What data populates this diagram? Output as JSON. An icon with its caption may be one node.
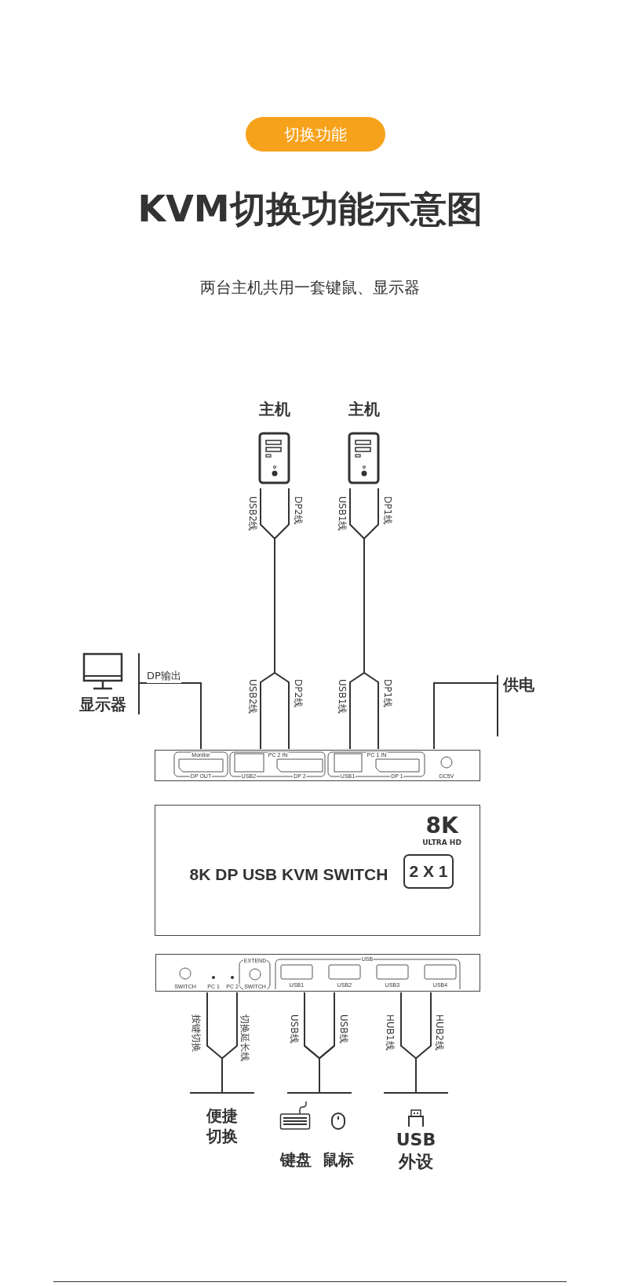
{
  "diagram": {
    "title": "KVM切换功能示意图",
    "nodes": [
      {
        "text": [
          "主机"
        ]
      },
      {
        "text": [
          "主机"
        ]
      },
      {
        "text": [
          "显示器"
        ]
      },
      {
        "text": [
          "供电"
        ]
      },
      {
        "text": [
          "Monitor",
          "DP OUT",
          "PC 2 IN",
          "USB2",
          "DP 2",
          "PC 1 IN",
          "USB1",
          "DP 1",
          "DC5V"
        ]
      },
      {
        "text": [
          "8K",
          "ULTRA HD",
          "8K DP USB KVM SWITCH",
          "2 X 1"
        ]
      },
      {
        "text": [
          "SWITCH",
          "PC 1",
          "PC 2",
          "EXTEND",
          "SWITCH",
          "USB",
          "USB1",
          "USB2",
          "USB3",
          "USB4"
        ]
      },
      {
        "text": [
          "便捷切换"
        ]
      },
      {
        "text": [
          "键盘"
        ]
      },
      {
        "text": [
          "鼠标"
        ]
      },
      {
        "text": [
          "USB外设"
        ]
      }
    ],
    "edges": [
      {
        "from": 0,
        "to": 4,
        "arrow": "none"
      },
      {
        "from": 1,
        "to": 4,
        "arrow": "none"
      },
      {
        "from": 2,
        "to": 4,
        "arrow": "none",
        "label": "DP输出"
      },
      {
        "from": 3,
        "to": 4,
        "arrow": "none"
      },
      {
        "from": 6,
        "to": 7,
        "arrow": "none"
      },
      {
        "from": 6,
        "to": 8,
        "arrow": "none"
      },
      {
        "from": 6,
        "to": 9,
        "arrow": "none"
      },
      {
        "from": 6,
        "to": 10,
        "arrow": "none"
      }
    ],
    "labels": [
      "切换功能",
      "两台主机共用一套键鼠、显示器",
      "USB2线",
      "DP2线",
      "USB1线",
      "DP1线",
      "USB2线",
      "DP2线",
      "USB1线",
      "DP1线",
      "按键切换",
      "切换延长线",
      "USB线",
      "USB线",
      "HUB1线",
      "HUB2线"
    ]
  }
}
